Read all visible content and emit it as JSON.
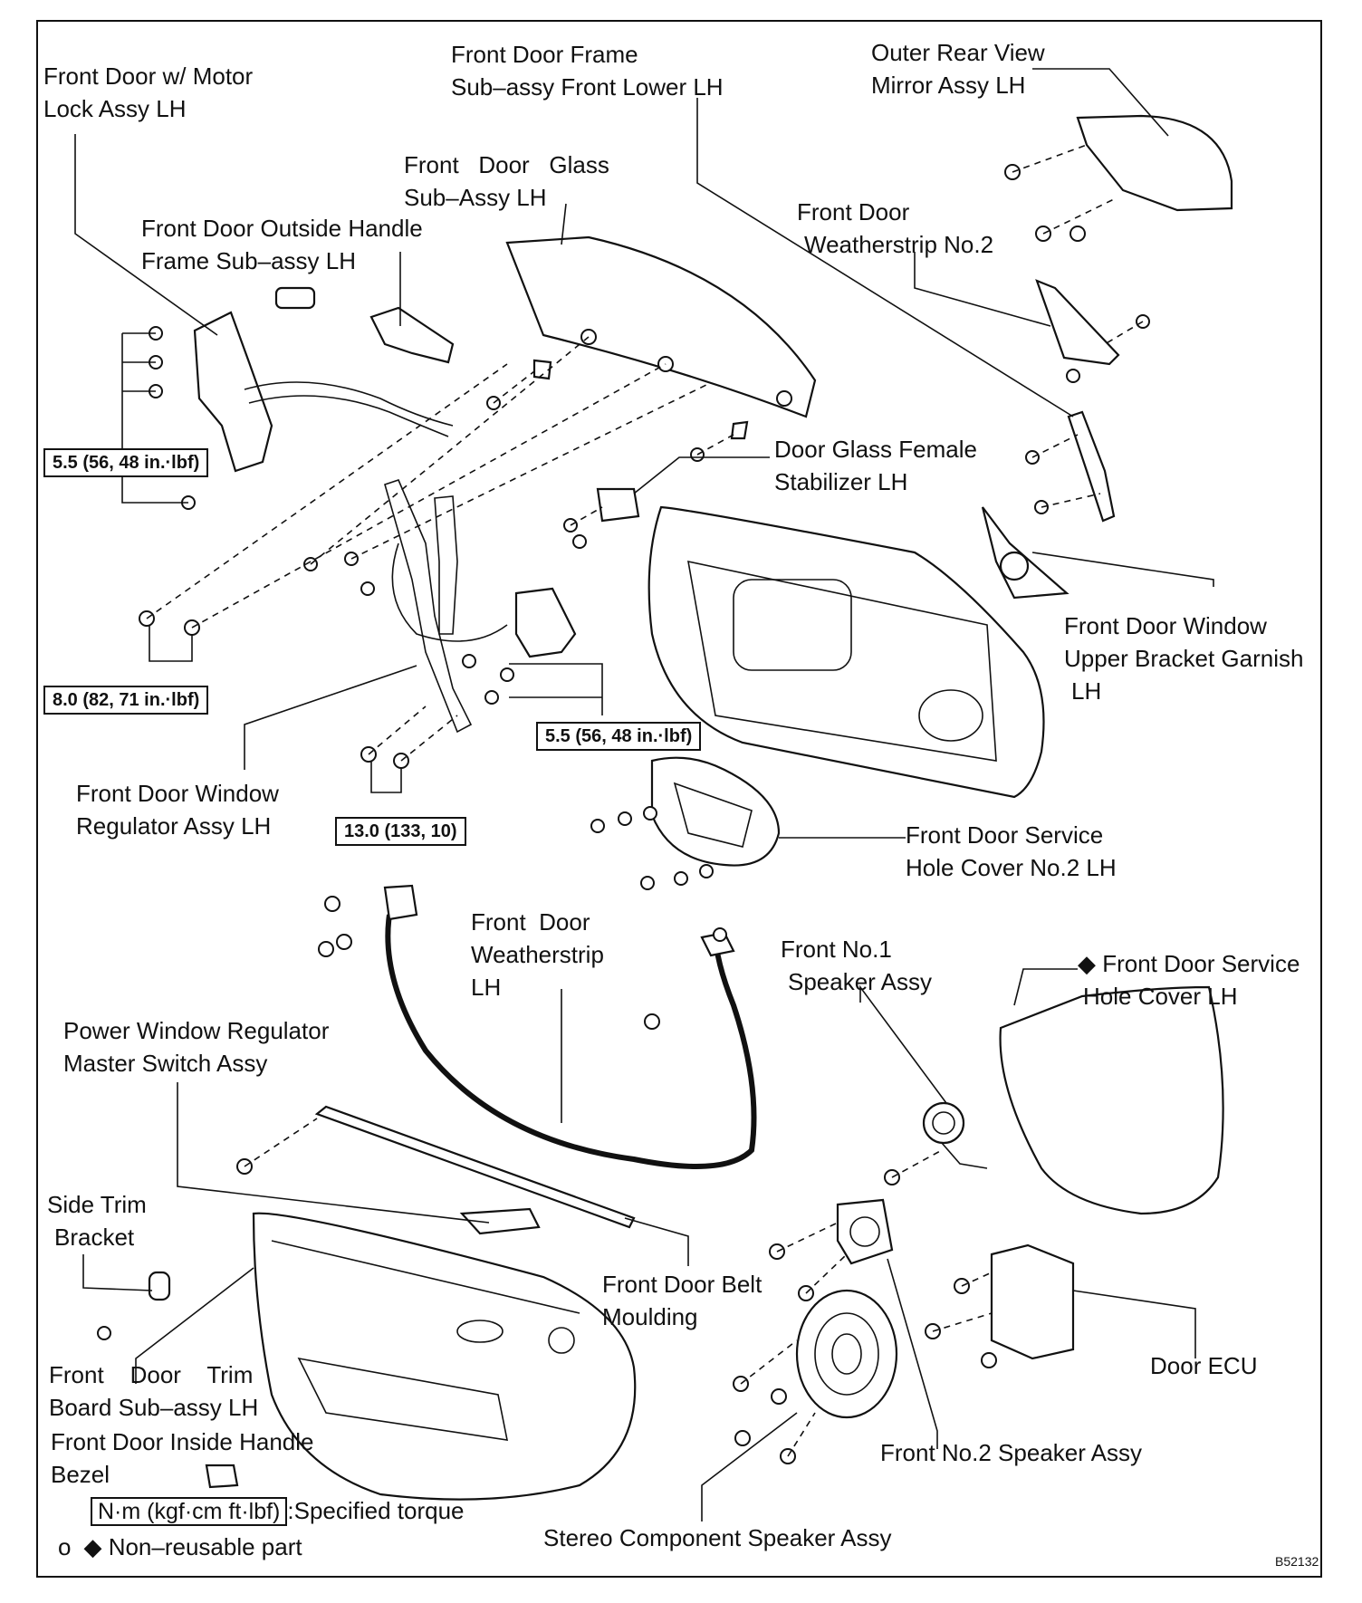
{
  "labels": {
    "motor_lock": [
      "Front Door w/ Motor",
      "Lock Assy LH"
    ],
    "frame_front_lower": [
      "Front Door Frame",
      "Sub–assy Front Lower LH"
    ],
    "outer_mirror": [
      "Outer Rear View",
      "Mirror Assy LH"
    ],
    "door_glass": [
      "Front   Door   Glass",
      "Sub–Assy LH"
    ],
    "outside_handle": [
      "Front Door Outside Handle",
      "Frame Sub–assy LH"
    ],
    "weatherstrip_no2": [
      "Front Door",
      "Weatherstrip No.2"
    ],
    "glass_stabilizer": [
      "Door Glass Female",
      "Stabilizer LH"
    ],
    "window_garnish": [
      "Front Door Window",
      "Upper Bracket Garnish",
      "LH"
    ],
    "window_regulator": [
      "Front Door Window",
      "Regulator Assy LH"
    ],
    "service_cover_no2": [
      "Front Door Service",
      "Hole Cover No.2 LH"
    ],
    "weatherstrip": [
      "Front  Door",
      "Weatherstrip",
      "LH"
    ],
    "speaker_no1": [
      "Front No.1",
      "Speaker Assy"
    ],
    "service_cover": [
      "◆ Front Door Service",
      "Hole Cover LH"
    ],
    "master_switch": [
      "Power Window Regulator",
      "Master Switch Assy"
    ],
    "side_trim_bracket": [
      "Side Trim",
      "Bracket"
    ],
    "belt_moulding": [
      "Front Door Belt",
      "Moulding"
    ],
    "door_ecu": [
      "Door ECU"
    ],
    "trim_board": [
      "Front    Door    Trim",
      "Board Sub–assy LH"
    ],
    "inside_handle_bezel": [
      "Front Door Inside Handle",
      "Bezel"
    ],
    "speaker_no2": [
      "Front No.2 Speaker Assy"
    ],
    "stereo_speaker": [
      "Stereo Component Speaker Assy"
    ]
  },
  "torques": {
    "lock": "5.5 (56, 48 in.·lbf)",
    "regulator_upper": "8.0 (82, 71 in.·lbf)",
    "regulator_motor": "5.5 (56, 48 in.·lbf)",
    "regulator_lower": "13.0 (133, 10)"
  },
  "legend": {
    "unit_box": "N·m (kgf·cm ft·lbf)",
    "unit_desc": ":Specified torque",
    "nonreusable": "◆ Non–reusable part",
    "corner_mark": "o"
  },
  "figure_code": "B52132"
}
